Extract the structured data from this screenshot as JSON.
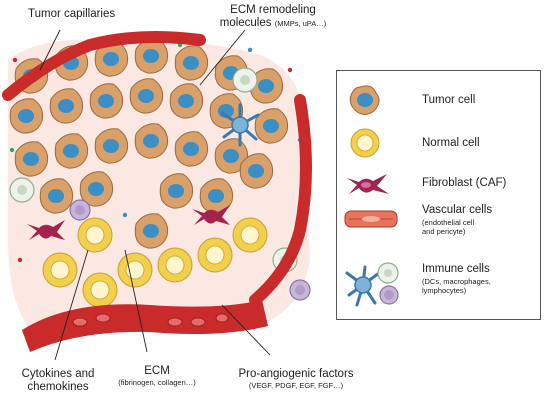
{
  "labels": {
    "tumor_capillaries": "Tumor capillaries",
    "ecm_remodeling_title_line1": "ECM remodeling",
    "ecm_remodeling_title_line2": "molecules",
    "ecm_remodeling_sub": "(MMPs, uPA…)",
    "cytokines_line1": "Cytokines and",
    "cytokines_line2": "chemokines",
    "ecm_title": "ECM",
    "ecm_sub": "(fibrinogen, collagen…)",
    "proangio_title": "Pro-angiogenic factors",
    "proangio_sub": "(VEGF, PDGF, EGF, FGF…)"
  },
  "legend": {
    "items": [
      {
        "icon": "tumor-cell-icon",
        "label": "Tumor cell",
        "sub": ""
      },
      {
        "icon": "normal-cell-icon",
        "label": "Normal cell",
        "sub": ""
      },
      {
        "icon": "fibroblast-icon",
        "label": "Fibroblast (CAF)",
        "sub": ""
      },
      {
        "icon": "vascular-cell-icon",
        "label": "Vascular cells",
        "sub_line1": "(endothelial cell",
        "sub_line2": "and pericyte)"
      },
      {
        "icon": "immune-cell-icon",
        "label": "Immune cells",
        "sub_line1": "(DCs, macrophages,",
        "sub_line2": "lymphocytes)"
      }
    ]
  },
  "colors": {
    "tumor_cell": "#d9a06a",
    "tumor_nucleus": "#3b8fc4",
    "normal_cell": "#f2cf4c",
    "vessel": "#c92a2a",
    "fibroblast": "#a3224e",
    "immune_dc": "#3a78b0",
    "background_matrix": "#fbe8e2"
  }
}
